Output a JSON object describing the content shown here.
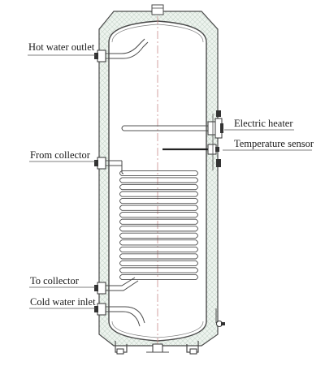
{
  "labels": {
    "hot_water_outlet": "Hot water outlet",
    "from_collector": "From collector",
    "to_collector": "To collector",
    "cold_water_inlet": "Cold water inlet",
    "electric_heater": "Electric heater",
    "temperature_sensor": "Temperature sensor"
  },
  "coil": {
    "turns": 16
  },
  "colors": {
    "line": "#4a4a4a",
    "insulation_fill": "#eef4ef",
    "insulation_pattern": "#c9d6cc",
    "tank_fill": "#ffffff",
    "centerline": "#c98b8b",
    "heater_rod": "#555555"
  }
}
